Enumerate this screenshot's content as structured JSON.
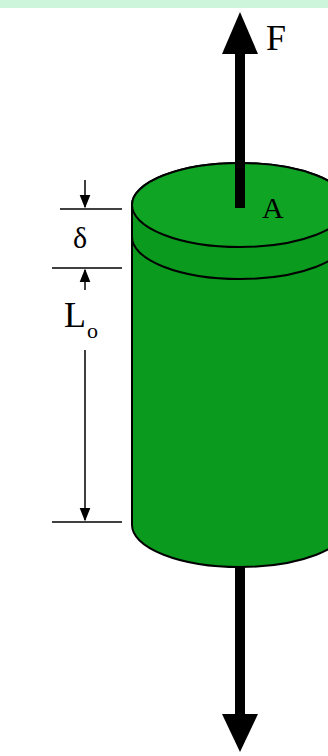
{
  "diagram": {
    "labels": [
      "F",
      "A",
      "δ",
      "L",
      "o"
    ]
  }
}
